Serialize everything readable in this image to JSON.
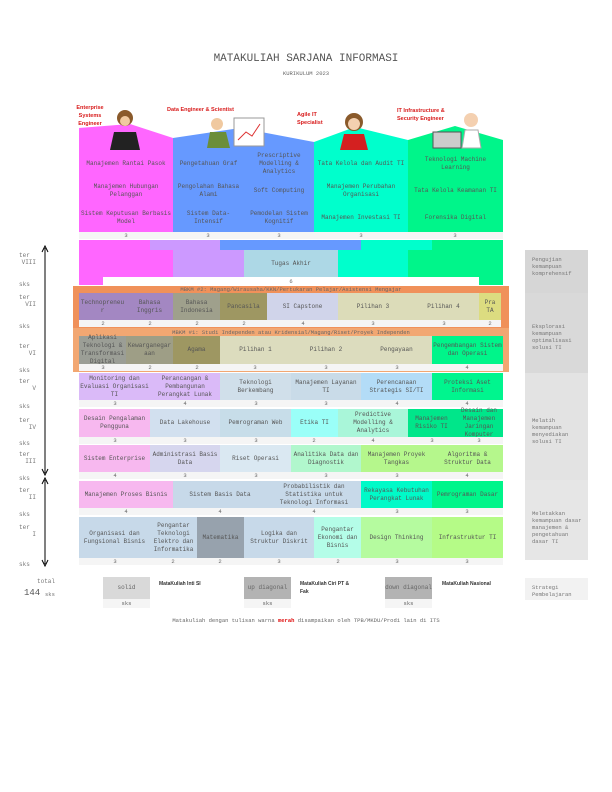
{
  "title": "MATAKULIAH SARJANA INFORMASI",
  "subtitle": "KURIKULUM 2023",
  "careers": [
    {
      "name": "Enterprise Systems Engineer",
      "color": "#ff66ff"
    },
    {
      "name": "Data Engineer & Scientist",
      "color": "#6699ff"
    },
    {
      "name": "Agile IT Specialist",
      "color": "#00ffcc"
    },
    {
      "name": "IT Infrastructure & Security Engineer",
      "color": "#00f58a"
    }
  ],
  "career_courses": [
    {
      "name": "Manajemen Rantai Pasok"
    },
    {
      "name": "Manajemen Hubungan Pelanggan"
    },
    {
      "name": "Sistem Keputusan Berbasis Model"
    },
    {
      "name": "Pengetahuan Graf"
    },
    {
      "name": "Pengolahan Bahasa Alami"
    },
    {
      "name": "Sistem Data-Intensif"
    },
    {
      "name": "Prescriptive Modelling & Analytics"
    },
    {
      "name": "Soft Computing"
    },
    {
      "name": "Pemodelan Sistem Kognitif"
    },
    {
      "name": "Tata Kelola dan Audit TI"
    },
    {
      "name": "Manajemen Perubahan Organisasi"
    },
    {
      "name": "Manajemen Investasi TI"
    },
    {
      "name": "Teknologi Machine Learning"
    },
    {
      "name": "Tata Kelola Keamanan TI"
    },
    {
      "name": "Forensika Digital"
    }
  ],
  "career_sks": [
    "3",
    "3",
    "3",
    "3",
    "3"
  ],
  "labels": {
    "ter": "ter",
    "sks": "sks",
    "total": "total",
    "total_value": "144",
    "total_unit": "sks"
  },
  "semesters": [
    "VIII",
    "VII",
    "VI",
    "V",
    "IV",
    "III",
    "II",
    "I"
  ],
  "viii": {
    "course": "Tugas Akhir",
    "sks": "6"
  },
  "mbkm2": "MBKM #2: Magang/Wirausaha/KKN/Pertukaran Pelajar/Asistensi Mengajar",
  "mbkm1": "MBKM #1: Studi Independen atau Kridensial/Magang/Riset/Proyek Independen",
  "rows": {
    "vii": [
      {
        "name": "Technopreneur",
        "sks": "2",
        "color": "#a387c2"
      },
      {
        "name": "Bahasa Inggris",
        "sks": "2",
        "color": "#a387c2"
      },
      {
        "name": "Bahasa Indonesia",
        "sks": "2",
        "color": "#9fa08c"
      },
      {
        "name": "Pancasila",
        "sks": "2",
        "color": "#9e9762"
      },
      {
        "name": "SI Capstone",
        "sks": "4",
        "color": "#d0d4ea"
      },
      {
        "name": "Pilihan 3",
        "sks": "3",
        "color": "#dcdcb9"
      },
      {
        "name": "Pilihan 4",
        "sks": "3",
        "color": "#dcdcb9"
      },
      {
        "name": "Pra TA",
        "sks": "2",
        "color": "#dcdc80"
      }
    ],
    "vi": [
      {
        "name": "Aplikasi Teknologi & Transformasi Digital",
        "sks": "3",
        "color": "#9b9e96"
      },
      {
        "name": "Kewarganegaraan",
        "sks": "2",
        "color": "#9e9e86"
      },
      {
        "name": "Agama",
        "sks": "2",
        "color": "#9e9762"
      },
      {
        "name": "Pilihan 1",
        "sks": "3",
        "color": "#dcdcbe"
      },
      {
        "name": "Pilihan 2",
        "sks": "3",
        "color": "#dcdcbe"
      },
      {
        "name": "Pengayaan",
        "sks": "3",
        "color": "#dcdcbe"
      },
      {
        "name": "Pengembangan Sistem dan Operasi",
        "sks": "4",
        "color": "#00f58a"
      }
    ],
    "v": [
      {
        "name": "Monitoring dan Evaluasi Organisasi TI",
        "sks": "3",
        "color": "#dabaf8"
      },
      {
        "name": "Perancangan & Pembangunan Perangkat Lunak",
        "sks": "4",
        "color": "#dabaf8"
      },
      {
        "name": "Teknologi Berkembang",
        "sks": "3",
        "color": "#d0dfea"
      },
      {
        "name": "Manajemen Layanan TI",
        "sks": "3",
        "color": "#c9dbe8"
      },
      {
        "name": "Perencanaan Strategis SI/TI",
        "sks": "4",
        "color": "#b3dcf7"
      },
      {
        "name": "Proteksi Aset Informasi",
        "sks": "4",
        "color": "#00f58e"
      }
    ],
    "iv": [
      {
        "name": "Desain Pengalaman Pengguna",
        "sks": "3",
        "color": "#f7b8ef"
      },
      {
        "name": "Data Lakehouse",
        "sks": "3",
        "color": "#d2e0ef"
      },
      {
        "name": "Pemrograman Web",
        "sks": "3",
        "color": "#c7dde9"
      },
      {
        "name": "Etika TI",
        "sks": "2",
        "color": "#9afff8"
      },
      {
        "name": "Predictive Modelling & Analytics",
        "sks": "4",
        "color": "#a9f6d9"
      },
      {
        "name": "Manajemen Risiko TI",
        "sks": "3",
        "color": "#00e68a"
      },
      {
        "name": "Desain dan Manajemen Jaringan Komputer",
        "sks": "3",
        "color": "#00e68a"
      }
    ],
    "iii": [
      {
        "name": "Sistem Enterprise",
        "sks": "4",
        "color": "#f7b8ef"
      },
      {
        "name": "Administrasi Basis Data",
        "sks": "3",
        "color": "#d6d6ee"
      },
      {
        "name": "Riset Operasi",
        "sks": "3",
        "color": "#dae8f2"
      },
      {
        "name": "Analitika Data dan Diagnostik",
        "sks": "3",
        "color": "#b1f7cd"
      },
      {
        "name": "Manajemen Proyek Tangkas",
        "sks": "3",
        "color": "#b5f78c"
      },
      {
        "name": "Algoritma & Struktur Data",
        "sks": "4",
        "color": "#b5f78c"
      }
    ],
    "ii": [
      {
        "name": "Manajemen Proses Bisnis",
        "sks": "4",
        "color": "#f7b8ef"
      },
      {
        "name": "Sistem Basis Data",
        "sks": "4",
        "color": "#c7d9e9"
      },
      {
        "name": "Probabilistik dan Statistika untuk Teknologi Informasi",
        "sks": "4",
        "color": "#c7d9e9"
      },
      {
        "name": "Rekayasa Kebutuhan Perangkat Lunak",
        "sks": "3",
        "color": "#00fac8"
      },
      {
        "name": "Pemrograman Dasar",
        "sks": "3",
        "color": "#00f58a"
      }
    ],
    "i": [
      {
        "name": "Organisasi dan Fungsional Bisnis",
        "sks": "3",
        "color": "#c7d9e9"
      },
      {
        "name": "Pengantar Teknologi Elektro dan Informatika",
        "sks": "2",
        "color": "#c7d9e9"
      },
      {
        "name": "Matematika",
        "sks": "2",
        "color": "#97a2ad"
      },
      {
        "name": "Logika dan Struktur Diskrit",
        "sks": "3",
        "color": "#c7d9e9"
      },
      {
        "name": "Pengantar Ekonomi dan Bisnis",
        "sks": "2",
        "color": "#b4fde8"
      },
      {
        "name": "Design Thinking",
        "sks": "3",
        "color": "#b5fb9f"
      },
      {
        "name": "Infrastruktur TI",
        "sks": "3",
        "color": "#b5fb87"
      }
    ]
  },
  "strategy": [
    {
      "text": "Pengujian kemampuan komprehensif"
    },
    {
      "text": "Eksplorasi kemampuan optimalisasi solusi TI"
    },
    {
      "text": "Melatih kemampuan menyediakan solusi TI"
    },
    {
      "text": "Meletakkan kemampuan dasar manajemen & pengetahuan dasar TI"
    },
    {
      "text": "Strategi Pembelajaran"
    }
  ],
  "legend": [
    {
      "box": "solid",
      "unit": "sks",
      "label": "MataKuliah Inti SI"
    },
    {
      "box": "up diagonal",
      "unit": "sks",
      "label": "MataKuliah Ciri PT & Fak"
    },
    {
      "box": "down diagonal",
      "unit": "sks",
      "label": "MataKuliah Nasional"
    }
  ],
  "footnote": {
    "before": "Matakuliah dengan tulisan warna ",
    "red": "merah",
    "after": " disampaikan oleh TPB/MKDU/Prodi lain di ITS"
  }
}
